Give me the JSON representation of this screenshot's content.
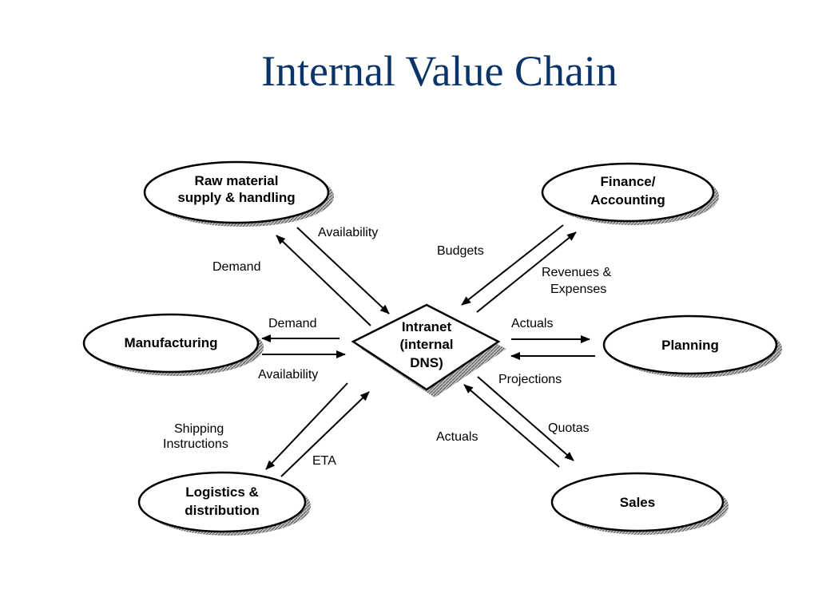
{
  "title": "Internal Value Chain",
  "colors": {
    "title": "#0b3468",
    "ink": "#000000",
    "shadow": "#8a8a8a"
  },
  "nodes": {
    "raw_material": [
      "Raw material",
      "supply & handling"
    ],
    "finance": [
      "Finance/",
      "Accounting"
    ],
    "manufacturing": [
      "Manufacturing"
    ],
    "intranet": [
      "Intranet",
      "(internal",
      "DNS)"
    ],
    "planning": [
      "Planning"
    ],
    "logistics": [
      "Logistics &",
      "distribution"
    ],
    "sales": [
      "Sales"
    ]
  },
  "flows": {
    "raw_demand": "Demand",
    "raw_availability": "Availability",
    "finance_budgets": "Budgets",
    "finance_revenues": [
      "Revenues &",
      "Expenses"
    ],
    "mfg_demand": "Demand",
    "mfg_availability": "Availability",
    "planning_actuals": "Actuals",
    "planning_projections": "Projections",
    "logistics_shipping": [
      "Shipping",
      "Instructions"
    ],
    "logistics_eta": "ETA",
    "sales_actuals": "Actuals",
    "sales_quotas": "Quotas"
  }
}
